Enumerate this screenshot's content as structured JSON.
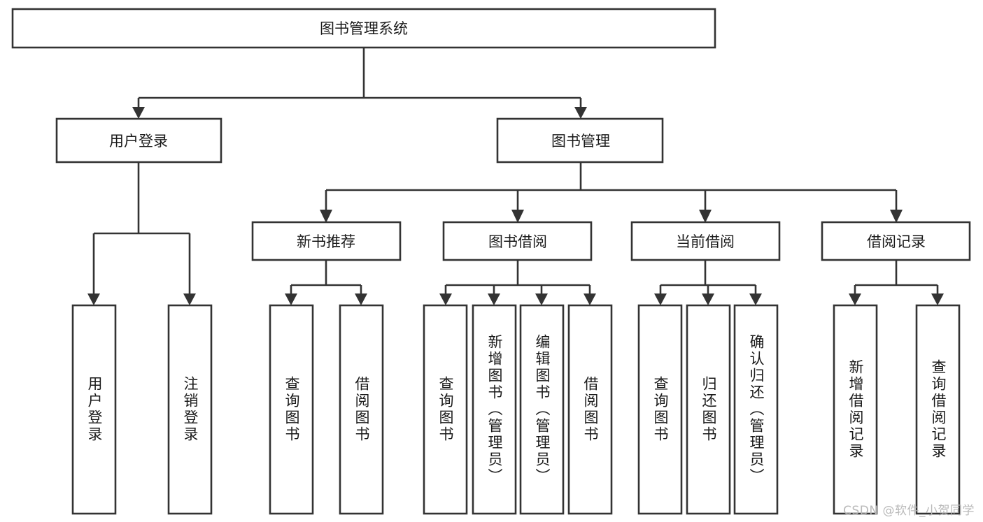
{
  "diagram": {
    "type": "tree",
    "title": "图书管理系统",
    "orientation": "top-down",
    "colors": {
      "box_stroke": "#333333",
      "box_fill": "#ffffff",
      "text": "#1a1a1a",
      "background": "#ffffff",
      "watermark": "#b9b9b9"
    },
    "root": {
      "label": "图书管理系统"
    },
    "level2": [
      {
        "label": "用户登录"
      },
      {
        "label": "图书管理"
      }
    ],
    "level3": [
      {
        "label": "新书推荐"
      },
      {
        "label": "图书借阅"
      },
      {
        "label": "当前借阅"
      },
      {
        "label": "借阅记录"
      }
    ],
    "leaves": {
      "user_login": [
        {
          "label": "用户登录"
        },
        {
          "label": "注销登录"
        }
      ],
      "new_book_recommend": [
        {
          "label": "查询图书"
        },
        {
          "label": "借阅图书"
        }
      ],
      "book_borrow": [
        {
          "label": "查询图书"
        },
        {
          "label": "新增图书（管理员）"
        },
        {
          "label": "编辑图书（管理员）"
        },
        {
          "label": "借阅图书"
        }
      ],
      "current_borrow": [
        {
          "label": "查询图书"
        },
        {
          "label": "归还图书"
        },
        {
          "label": "确认归还（管理员）"
        }
      ],
      "borrow_records": [
        {
          "label": "新增借阅记录"
        },
        {
          "label": "查询借阅记录"
        }
      ]
    }
  },
  "watermark": {
    "text": "CSDN @软件_小贺同学"
  }
}
